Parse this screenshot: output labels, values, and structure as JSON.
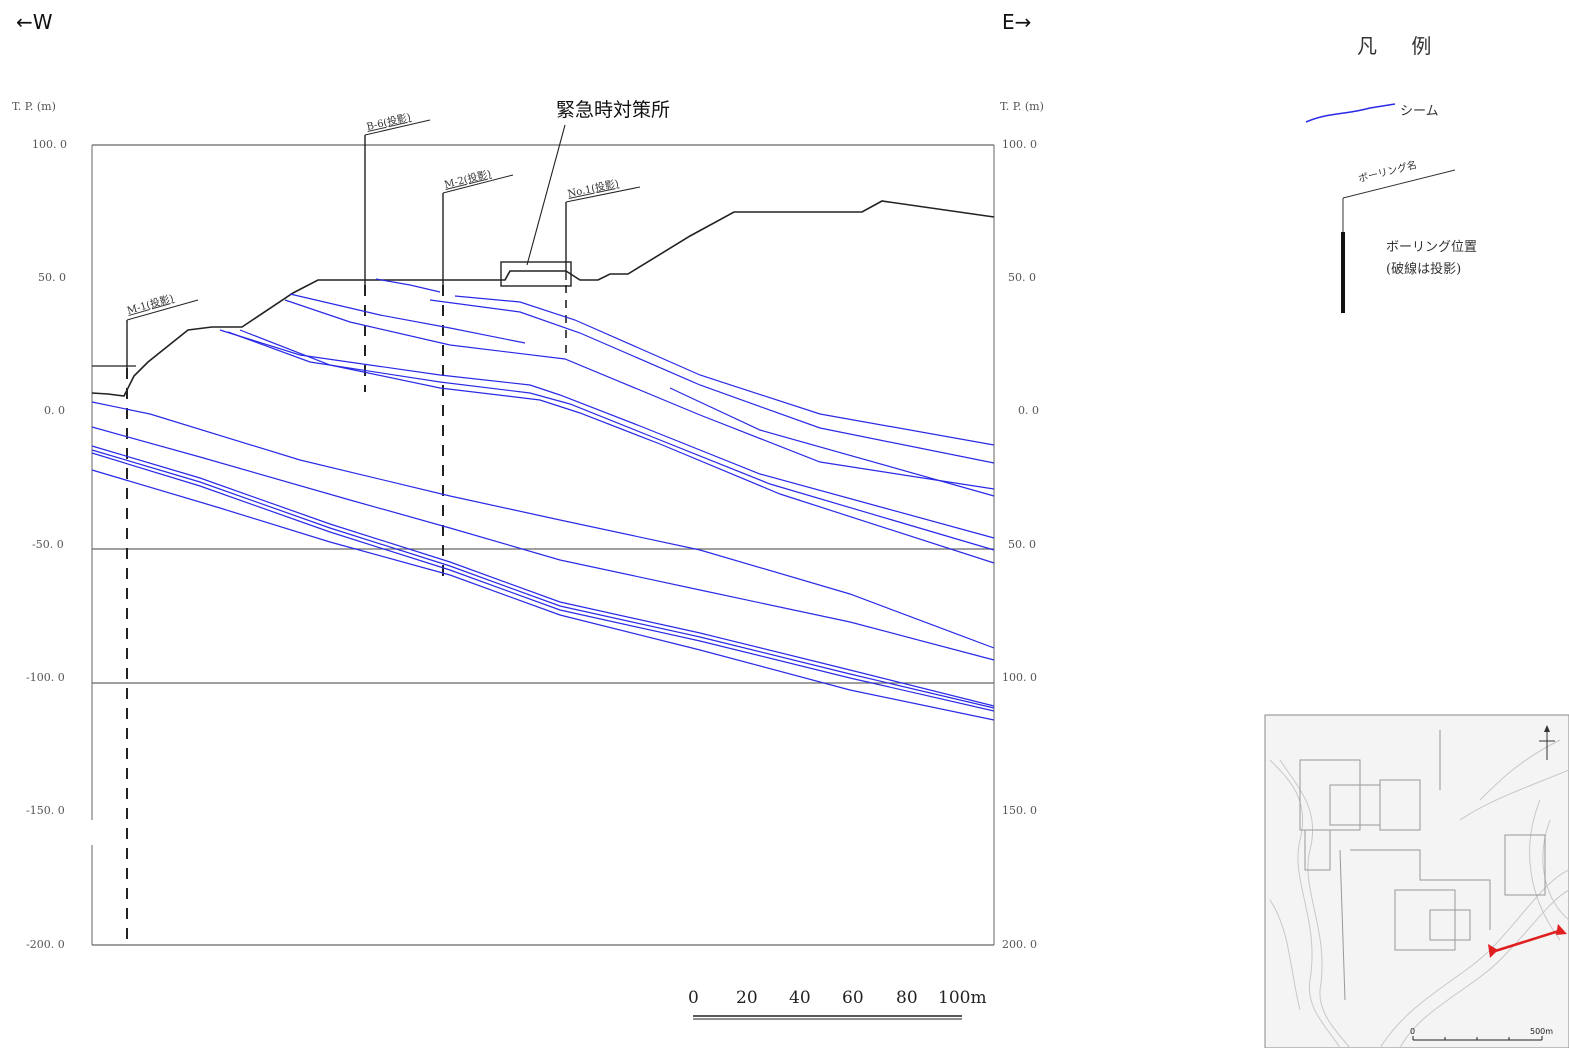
{
  "directions": {
    "west": "←W",
    "east": "E→"
  },
  "facility_label": "緊急時対策所",
  "axis": {
    "left_title": "T. P. (m)",
    "right_title": "T. P. (m)",
    "left_ticks": [
      "100. 0",
      "50. 0",
      "0. 0",
      "-50. 0",
      "-100. 0",
      "-150. 0",
      "-200. 0"
    ],
    "right_ticks": [
      "100. 0",
      "50. 0",
      "0. 0",
      "50. 0",
      "100. 0",
      "150. 0",
      "200. 0"
    ]
  },
  "boreholes": [
    {
      "label": "M-1(投影)"
    },
    {
      "label": "B-6(投影)"
    },
    {
      "label": "M-2(投影)"
    },
    {
      "label": "No.1(投影)"
    }
  ],
  "scale_bar": {
    "labels": [
      "0",
      "20",
      "40",
      "60",
      "80",
      "100m"
    ]
  },
  "legend": {
    "title": "凡 例",
    "seam_label": "シーム",
    "borehole_name_label": "ボーリング名",
    "borehole_pos_line1": "ボーリング位置",
    "borehole_pos_line2": "(破線は投影)"
  },
  "inset_map": {
    "scale_start": "0",
    "scale_end": "500m"
  },
  "colors": {
    "seam": "#2a2ae6",
    "ground": "#222222",
    "section_arrow": "#e02020"
  }
}
